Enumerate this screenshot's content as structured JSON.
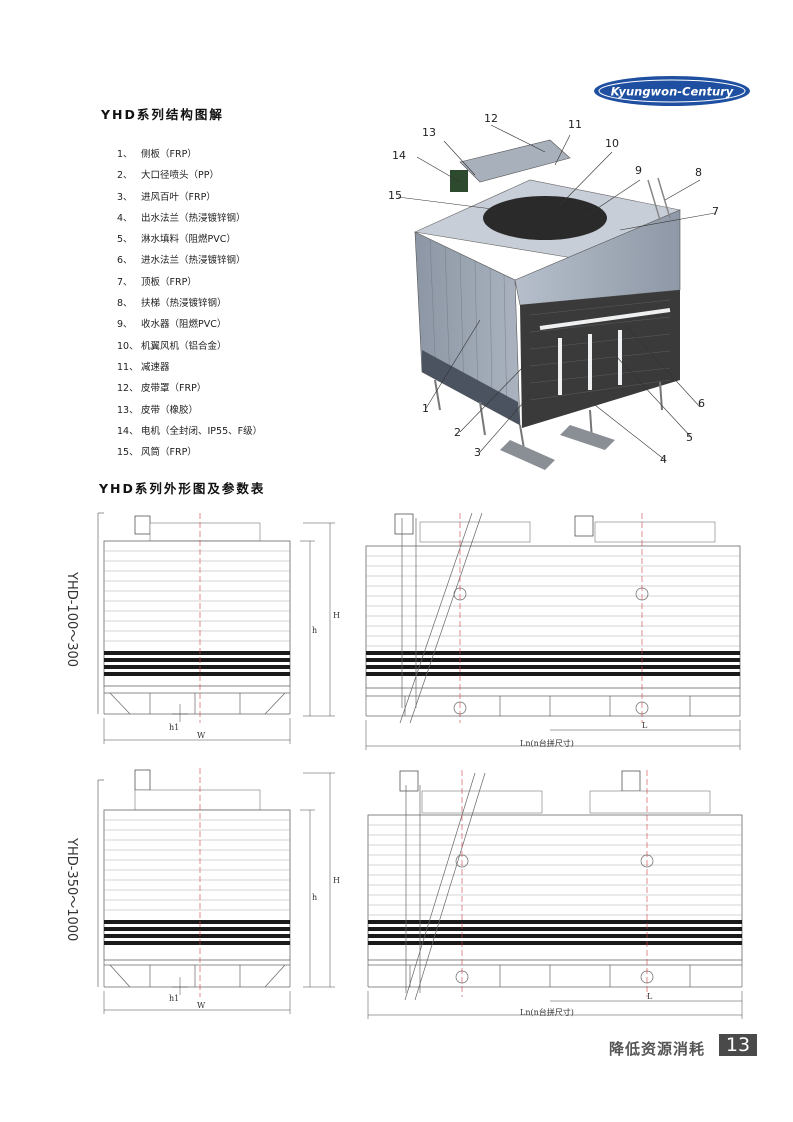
{
  "brand": {
    "logo_text": "Kyungwon-Century"
  },
  "section1": {
    "title": "YHD系列结构图解"
  },
  "parts": [
    {
      "num": "1、",
      "label": "侧板（FRP）"
    },
    {
      "num": "2、",
      "label": "大口径喷头（PP）"
    },
    {
      "num": "3、",
      "label": "进风百叶（FRP）"
    },
    {
      "num": "4、",
      "label": "出水法兰（热浸镀锌钢）"
    },
    {
      "num": "5、",
      "label": "淋水填料（阻燃PVC）"
    },
    {
      "num": "6、",
      "label": "进水法兰（热浸镀锌钢）"
    },
    {
      "num": "7、",
      "label": "顶板（FRP）"
    },
    {
      "num": "8、",
      "label": "扶梯（热浸镀锌钢）"
    },
    {
      "num": "9、",
      "label": "收水器（阻燃PVC）"
    },
    {
      "num": "10、",
      "label": "机翼风机（铝合金）"
    },
    {
      "num": "11、",
      "label": "减速器"
    },
    {
      "num": "12、",
      "label": "皮带罩（FRP）"
    },
    {
      "num": "13、",
      "label": "皮带（橡胶）"
    },
    {
      "num": "14、",
      "label": "电机（全封闭、IP55、F级）"
    },
    {
      "num": "15、",
      "label": "风筒（FRP）"
    }
  ],
  "callouts": [
    "1",
    "2",
    "3",
    "4",
    "5",
    "6",
    "7",
    "8",
    "9",
    "10",
    "11",
    "12",
    "13",
    "14",
    "15"
  ],
  "section2": {
    "title": "YHD系列外形图及参数表"
  },
  "drawings": {
    "model_a": "YHD-100～300",
    "model_b": "YHD-350～1000",
    "dim_H": "H",
    "dim_h": "h",
    "dim_h1": "h1",
    "dim_W": "W",
    "dim_L": "L",
    "dim_Ln": "Ln(n台拼尺寸)"
  },
  "footer": {
    "text": "降低资源消耗",
    "page": "13"
  },
  "colors": {
    "logo_blue": "#1f4fa0",
    "louver": "#1a1a1a",
    "body_line": "#888888",
    "centerline": "#d04040"
  }
}
